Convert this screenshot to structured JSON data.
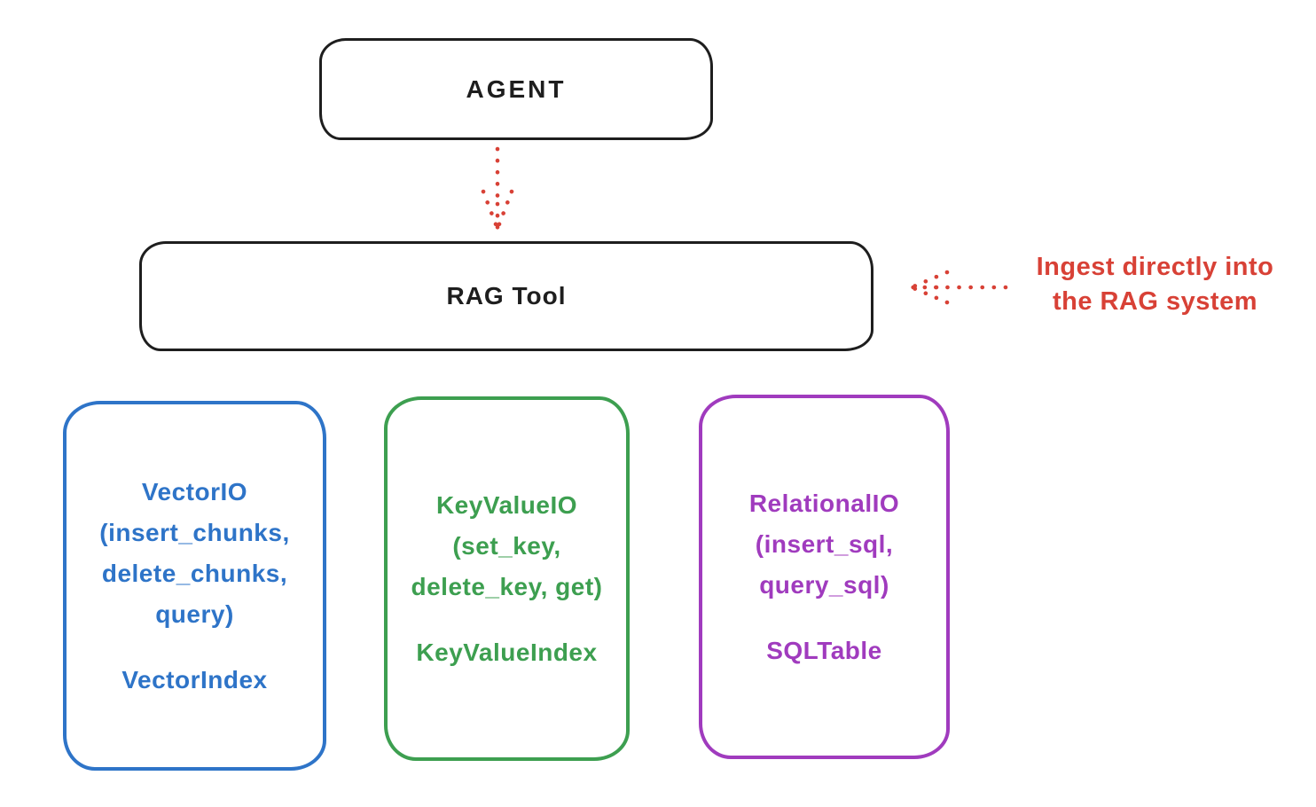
{
  "canvas": {
    "background": "#ffffff"
  },
  "colors": {
    "ink": "#1e1e1e",
    "red": "#d84136",
    "blue": "#2e74c8",
    "green": "#3d9f50",
    "purple": "#a03bbe"
  },
  "nodes": {
    "agent": {
      "label": "AGENT"
    },
    "rag_tool": {
      "label": "RAG Tool"
    }
  },
  "annotation": {
    "lines": [
      "Ingest directly into",
      "the RAG system"
    ],
    "color": "#d84136"
  },
  "arrows": [
    {
      "name": "agent-to-rag-tool",
      "style": "dotted",
      "color": "#d84136",
      "direction": "down"
    },
    {
      "name": "ingest-into-rag",
      "style": "dotted",
      "color": "#d84136",
      "direction": "left"
    }
  ],
  "io_boxes": [
    {
      "id": "vector",
      "color": "#2e74c8",
      "lines": [
        "VectorIO",
        "(insert_chunks,",
        "delete_chunks,",
        "query)"
      ],
      "index_label": "VectorIndex"
    },
    {
      "id": "keyvalue",
      "color": "#3d9f50",
      "lines": [
        "KeyValueIO",
        "(set_key,",
        "delete_key, get)"
      ],
      "index_label": "KeyValueIndex"
    },
    {
      "id": "relational",
      "color": "#a03bbe",
      "lines": [
        "RelationalIO",
        "(insert_sql,",
        "query_sql)"
      ],
      "index_label": "SQLTable"
    }
  ]
}
